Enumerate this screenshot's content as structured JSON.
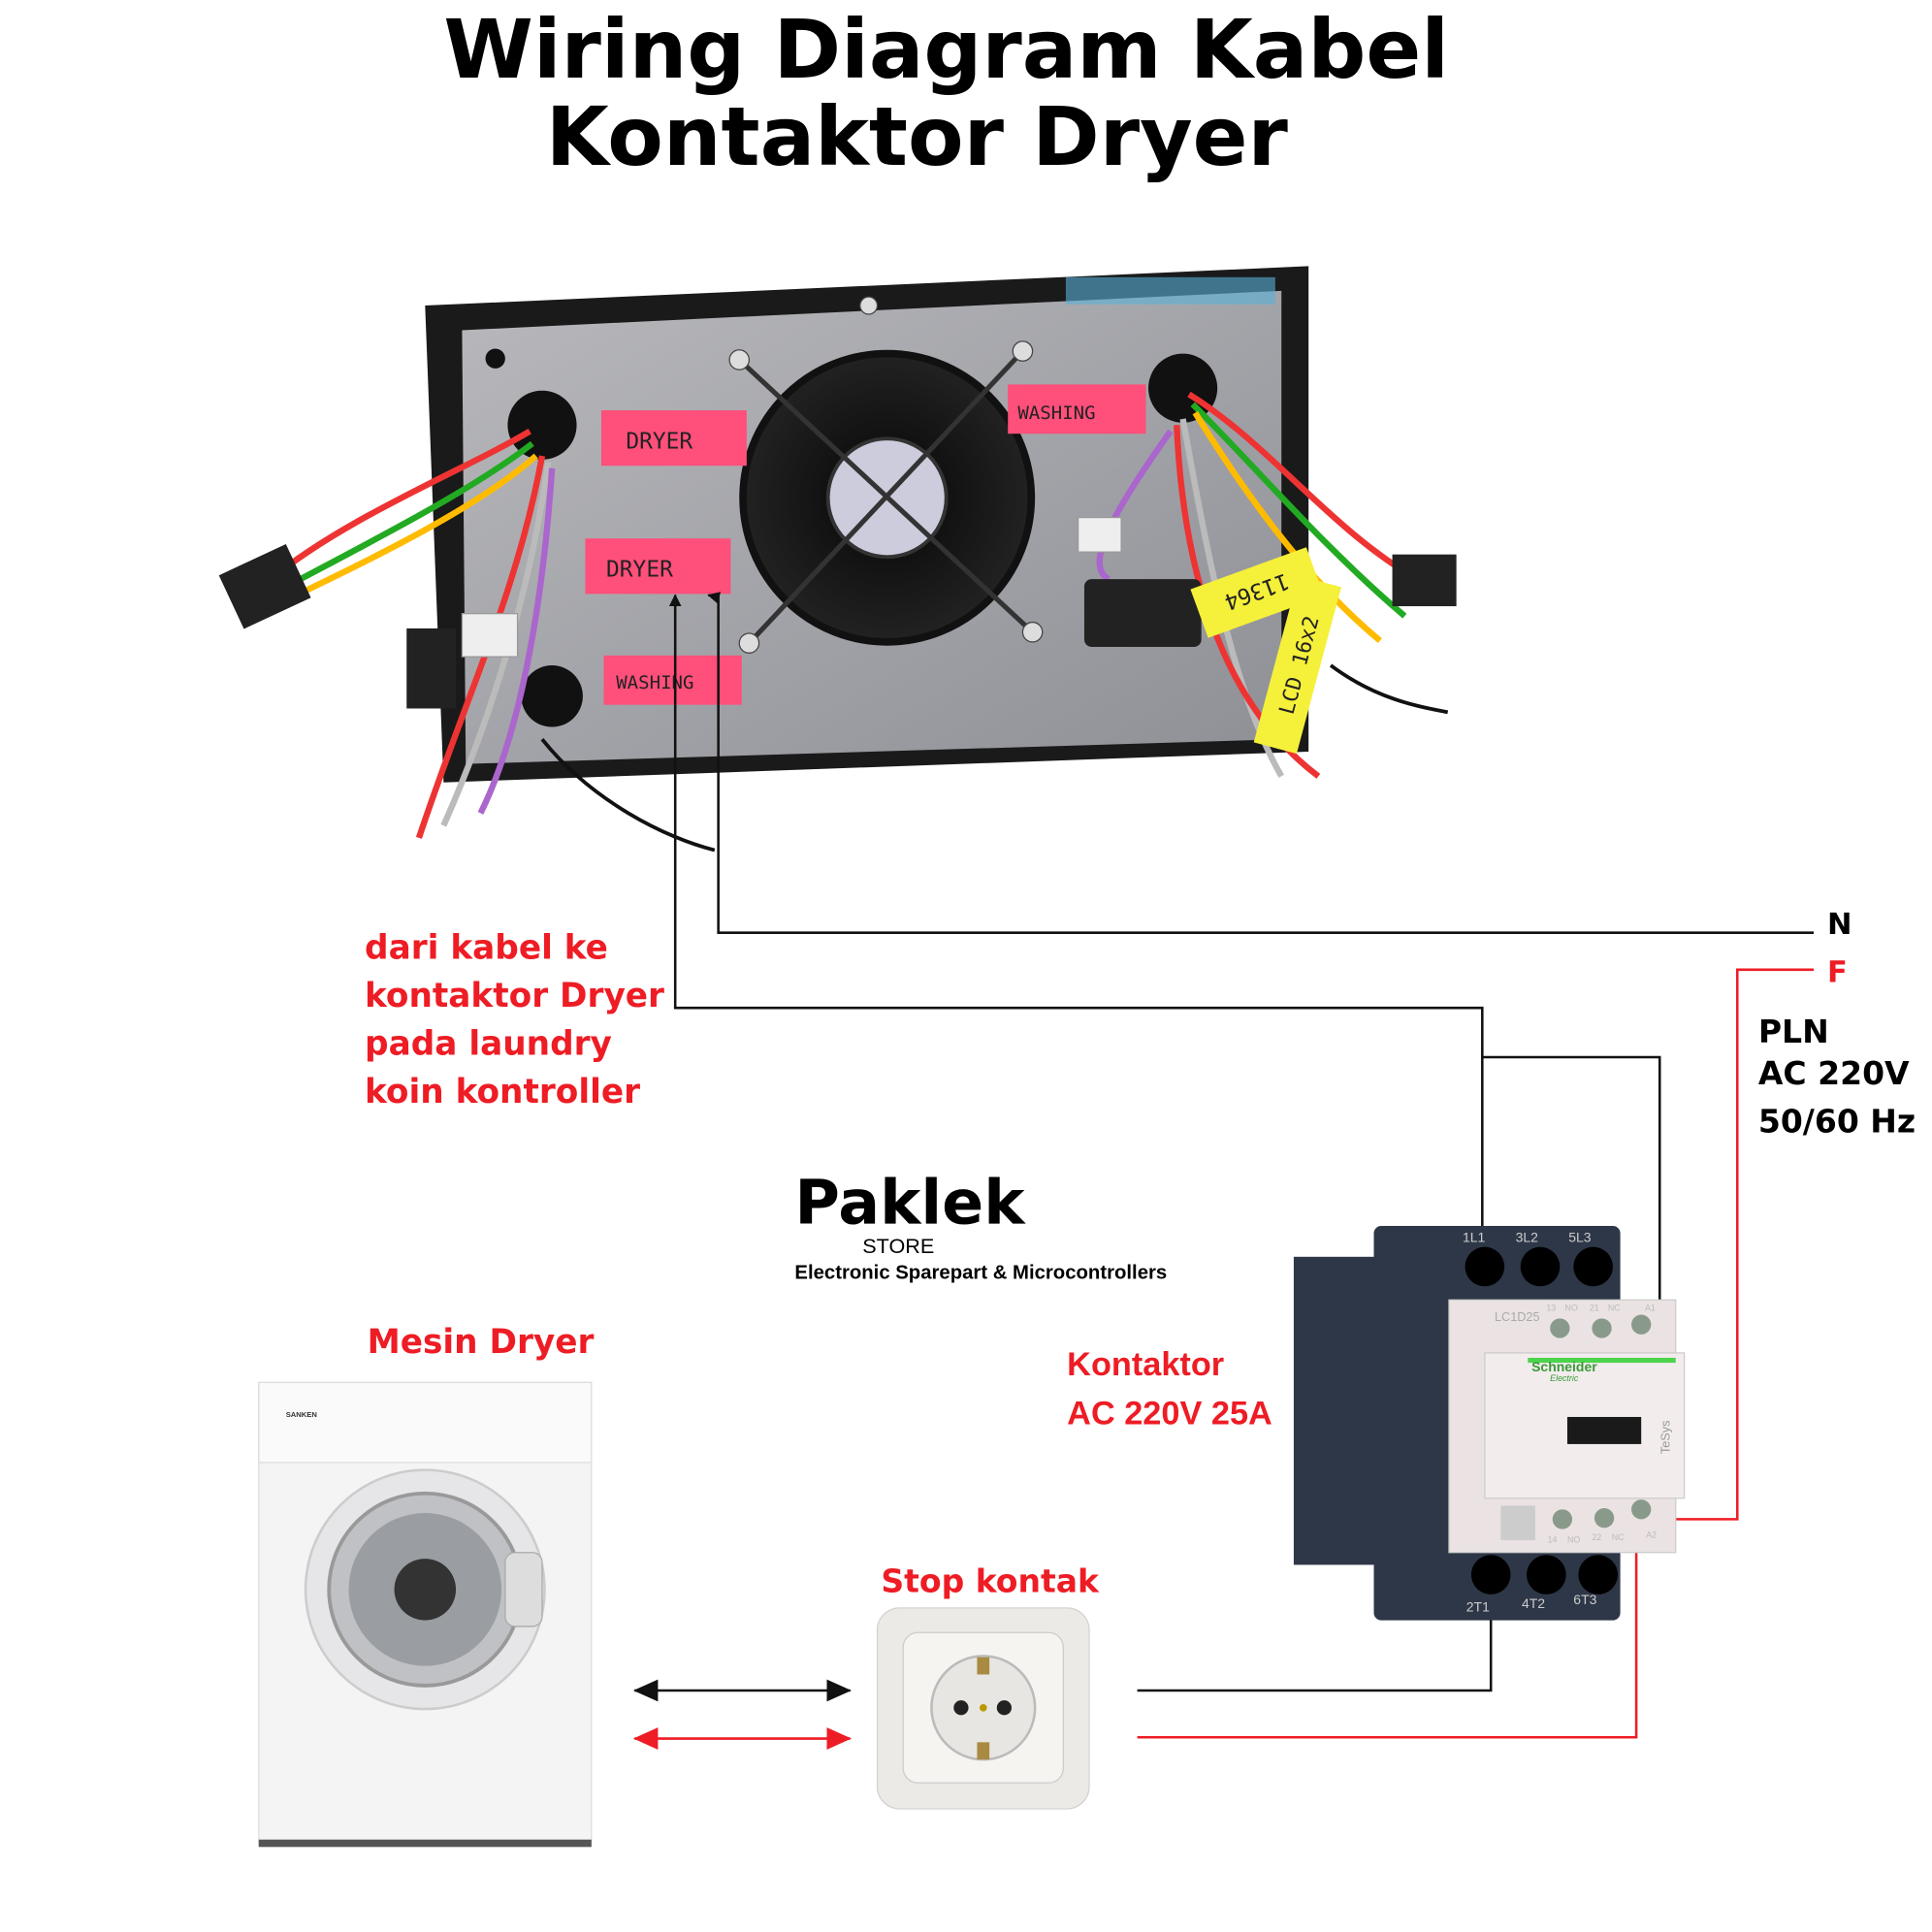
{
  "title": {
    "line1": "Wiring Diagram Kabel",
    "line2": "Kontaktor Dryer"
  },
  "controller": {
    "labels": [
      "DRYER",
      "DRYER",
      "WASHING",
      "WASHING"
    ],
    "tags": [
      "11364",
      "LCD 16x2"
    ]
  },
  "note": {
    "lines": [
      "dari kabel ke",
      "kontaktor Dryer",
      "pada laundry",
      "koin kontroller"
    ]
  },
  "power": {
    "neutral": "N",
    "phase": "F",
    "source_lines": [
      "PLN",
      "AC 220V",
      "50/60 Hz"
    ]
  },
  "logo": {
    "brand": "Paklek",
    "store": "STORE",
    "tagline": "Electronic Sparepart & Microcontrollers"
  },
  "contactor": {
    "label_lines": [
      "Kontaktor",
      "AC 220V 25A"
    ],
    "top_terminals": [
      "1L1",
      "3L2",
      "5L3"
    ],
    "bottom_terminals": [
      "2T1",
      "4T2",
      "6T3"
    ],
    "aux_top": [
      "13",
      "NO",
      "21",
      "NC",
      "A1"
    ],
    "aux_bottom": [
      "14",
      "NO",
      "22",
      "NC",
      "A2"
    ],
    "model": "LC1D25",
    "brand": "Schneider",
    "brand_sub": "Electric",
    "series": "TeSys"
  },
  "dryer": {
    "label": "Mesin Dryer",
    "brand": "SANKEN"
  },
  "socket": {
    "label": "Stop kontak"
  },
  "colors": {
    "accent_red": "#ee1c24",
    "wire_black": "#111111",
    "contactor_dark": "#2e3747",
    "contactor_light": "#ebe3e3",
    "label_pink": "#ff4f7b",
    "tag_yellow": "#f5f03a"
  }
}
